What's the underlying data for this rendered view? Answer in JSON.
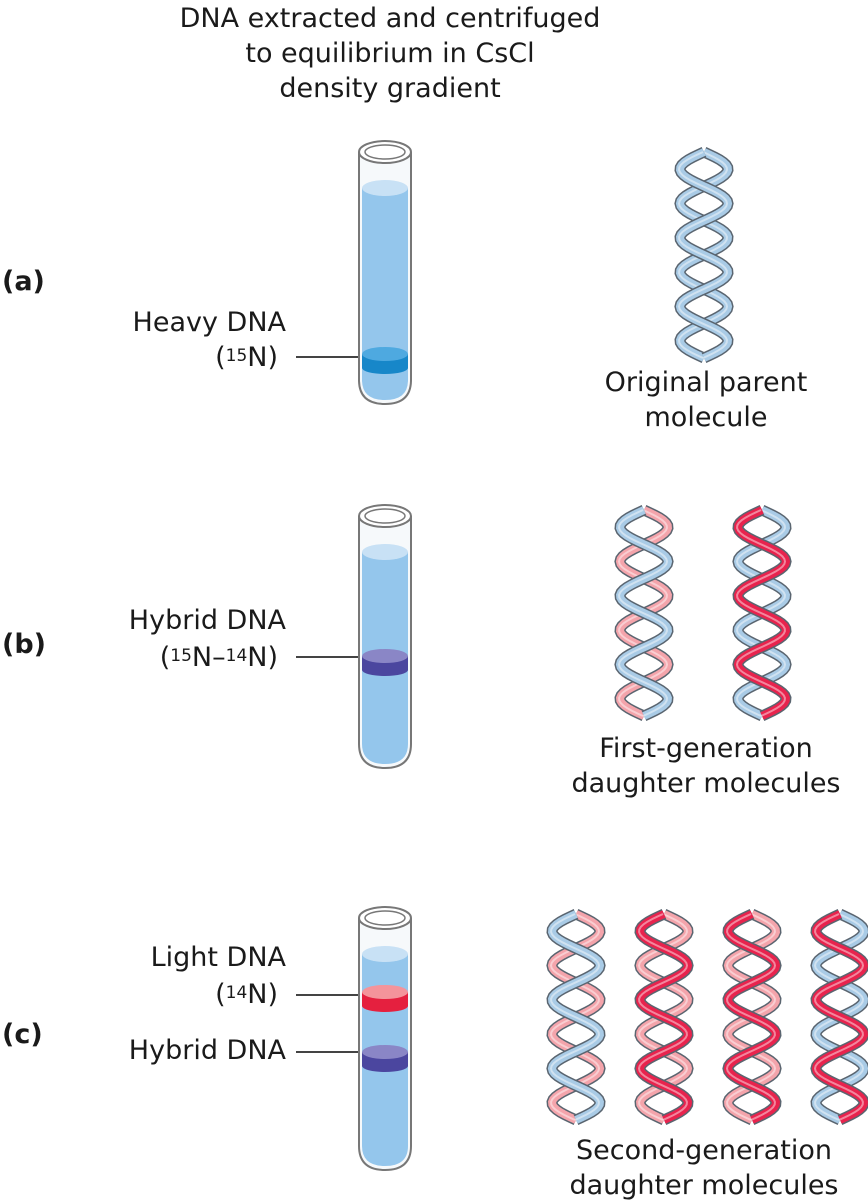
{
  "header": {
    "line1": "DNA extracted and centrifuged",
    "line2": "to equilibrium in CsCl",
    "line3": "density gradient"
  },
  "panels": [
    {
      "label": "(a)",
      "bands": [
        {
          "name": "Heavy DNA",
          "iso": "15",
          "isoB": "",
          "color": "#1787c9",
          "top": "#4ea9e0"
        }
      ],
      "caption1": "Original parent",
      "caption2": "molecule",
      "helices": [
        [
          "#a9cbe6",
          "#a9cbe6"
        ]
      ]
    },
    {
      "label": "(b)",
      "bands": [
        {
          "name": "Hybrid DNA",
          "iso": "15",
          "isoB": "14",
          "color": "#4b469f",
          "top": "#8a86c6"
        }
      ],
      "caption1": "First-generation",
      "caption2": "daughter molecules",
      "helices": [
        [
          "#f4a4ab",
          "#a9cbe6"
        ],
        [
          "#a9cbe6",
          "#e8234d"
        ]
      ]
    },
    {
      "label": "(c)",
      "bands": [
        {
          "name": "Light DNA",
          "iso": "14",
          "isoB": "",
          "color": "#e5203f",
          "top": "#f4949b"
        },
        {
          "name": "Hybrid DNA",
          "iso": "",
          "isoB": "",
          "color": "#4b469f",
          "top": "#8a86c6"
        }
      ],
      "caption1": "Second-generation",
      "caption2": "daughter molecules",
      "helices": [
        [
          "#f4a4ab",
          "#a9cbe6"
        ],
        [
          "#f4a4ab",
          "#e8234d"
        ],
        [
          "#f4a4ab",
          "#e8234d"
        ],
        [
          "#a9cbe6",
          "#e8234d"
        ]
      ]
    }
  ],
  "colors": {
    "tube_fill": "#94c6ec",
    "tube_outline": "#777777",
    "meniscus": "#c8e1f5"
  }
}
